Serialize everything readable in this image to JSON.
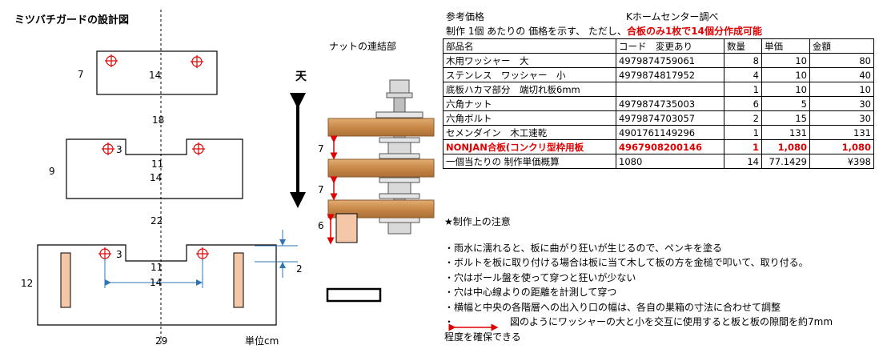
{
  "title": "ミツバチガードの設計図",
  "unit": "単位cm",
  "nut_label": "ナットの連結部",
  "ten_label": "天",
  "drawing": {
    "top_plate": {
      "inner": "14",
      "side": "7"
    },
    "width_18": "18",
    "mid_plate": {
      "notch": "3",
      "inner1": "11",
      "inner2": "14",
      "side": "9"
    },
    "width_22": "22",
    "bot_plate": {
      "notch": "3",
      "inner1": "11",
      "inner2": "14",
      "side": "12",
      "depth": "2"
    },
    "width_29": "29",
    "spacing": [
      "7",
      "7",
      "6"
    ]
  },
  "reference": {
    "title": "参考価格",
    "source": "Kホームセンター調べ",
    "note_plain": "制作 1個 あたりの 価格を示す、 ただし、",
    "note_red": "合板のみ1枚で14個分作成可能"
  },
  "table": {
    "headers": [
      "部品名",
      "コード　変更あり",
      "数量",
      "単価",
      "金額"
    ],
    "rows": [
      [
        "木用ワッシャー　大",
        "4979874759061",
        "8",
        "10",
        "80"
      ],
      [
        "ステンレス　ワッシャー　小",
        "4979874817952",
        "4",
        "10",
        "40"
      ],
      [
        "底板ハカマ部分　端切れ板6mm",
        "",
        "1",
        "10",
        "10"
      ],
      [
        "六角ナット",
        "4979874735003",
        "6",
        "5",
        "30"
      ],
      [
        "六角ボルト",
        "4979874703057",
        "2",
        "15",
        "30"
      ],
      [
        "セメンダイン　木工速乾",
        "4901761149296",
        "1",
        "131",
        "131"
      ],
      [
        "NONJAN合板(コンクリ型枠用板",
        "4967908200146",
        "1",
        "1,080",
        "1,080"
      ],
      [
        "一個当たりの 制作単価概算",
        "1080",
        "14",
        "77.1429",
        "¥398"
      ]
    ]
  },
  "notes": {
    "heading": "★制作上の注意",
    "items": [
      "・雨水に濡れると、板に曲がり狂いが生じるので、ペンキを塗る",
      "・ボルトを板に取り付ける場合は板に当て木して板の方を金槌で叩いて、取り付る。",
      "・穴はボール盤を使って穿つと狂いが少ない",
      "・穴は中心線よりの距離を計測して穿つ",
      "・横幅と中央の各階層への出入り口の幅は、各自の巣箱の寸法に合わせて調整",
      "図のようにワッシャーの大と小を交互に使用すると板と板の隙間を約7mm",
      "程度を確保できる"
    ]
  },
  "colors": {
    "red": "#e00000",
    "blue": "#2e75b6",
    "wood": "#d89a5e",
    "bolt": "#d9d9d9",
    "pad": "#f4c7a8"
  }
}
